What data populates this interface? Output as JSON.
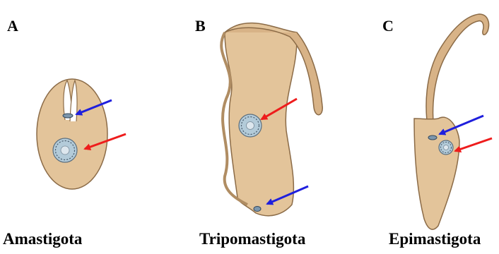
{
  "figure": {
    "panels": [
      {
        "letter": "A",
        "stage": "Amastigota"
      },
      {
        "letter": "B",
        "stage": "Tripomastigota"
      },
      {
        "letter": "C",
        "stage": "Epimastigota"
      }
    ]
  },
  "colors": {
    "cell_fill": "#e3c49a",
    "cell_outline": "#8b6b47",
    "flagellum_fill": "#d8b387",
    "nucleus_fill": "#b3cbd9",
    "nucleus_outline": "#5a6e7e",
    "kinetoplast_fill": "#7d97ad",
    "arrow_nucleus": "#ee1c1c",
    "arrow_kinetoplast": "#1f1fdd"
  }
}
